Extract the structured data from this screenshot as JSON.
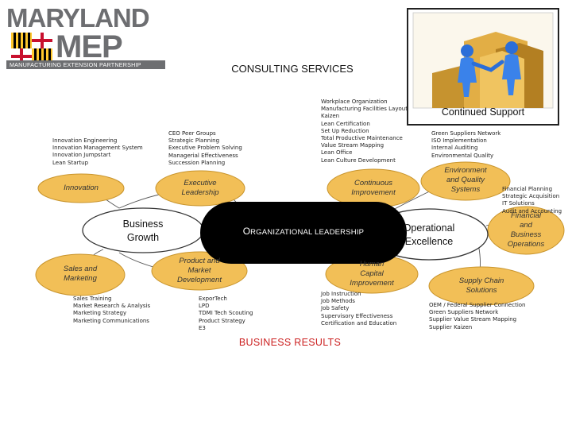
{
  "logo": {
    "name_line1": "MARYLAND",
    "name_line2": "MEP",
    "tagline": "MANUFACTURING EXTENSION PARTNERSHIP"
  },
  "title": "CONSULTING SERVICES",
  "footer": "BUSINESS RESULTS",
  "photo": {
    "caption": "Continued Support"
  },
  "center": {
    "label_cap": "O",
    "label_rest": "RGANIZATIONAL LEADERSHIP"
  },
  "hubs": {
    "business_growth": {
      "line1": "Business",
      "line2": "Growth"
    },
    "operational_excellence": {
      "line1": "Operational",
      "line2": "Excellence"
    }
  },
  "nodes": {
    "innovation": {
      "lines": [
        "Innovation"
      ]
    },
    "executive_leadership": {
      "lines": [
        "Executive",
        "Leadership"
      ]
    },
    "continuous_improvement": {
      "lines": [
        "Continuous",
        "Improvement"
      ]
    },
    "environment_quality": {
      "lines": [
        "Environment",
        "and Quality",
        "Systems"
      ]
    },
    "financial_operations": {
      "lines": [
        "Financial",
        "and",
        "Business",
        "Operations"
      ]
    },
    "sales_marketing": {
      "lines": [
        "Sales and",
        "Marketing"
      ]
    },
    "product_market": {
      "lines": [
        "Product and",
        "Market",
        "Development"
      ]
    },
    "human_capital": {
      "lines": [
        "Human",
        "Capital",
        "Improvement"
      ]
    },
    "supply_chain": {
      "lines": [
        "Supply Chain",
        "Solutions"
      ]
    }
  },
  "lists": {
    "innovation": [
      "Innovation Engineering",
      "Innovation Management System",
      "Innovation Jumpstart",
      "Lean Startup"
    ],
    "executive": [
      "CEO Peer Groups",
      "Strategic Planning",
      "Executive Problem Solving",
      "Managerial Effectiveness",
      "Succession Planning"
    ],
    "continuous": [
      "Workplace Organization",
      "Manufacturing Facilities Layout",
      "Kaizen",
      "Lean Certification",
      "Set Up Reduction",
      "Total Productive Maintenance",
      "Value Stream Mapping",
      "Lean Office",
      "Lean Culture Development"
    ],
    "environment": [
      "Green Suppliers Network",
      "ISO Implementation",
      "Internal Auditing",
      "Environmental Quality"
    ],
    "financial": [
      "Financial Planning",
      "Strategic Acquisition",
      "IT Solutions",
      "Audit and Accounting"
    ],
    "sales": [
      "Sales Training",
      "Market Research & Analysis",
      "Marketing Strategy",
      "Marketing Communications"
    ],
    "product": [
      "ExporTech",
      "LPD",
      "TDMI Tech Scouting",
      "Product Strategy",
      "E3"
    ],
    "human": [
      "Job Instruction",
      "Job Methods",
      "Job Safety",
      "Supervisory Effectiveness",
      "Certification and Education"
    ],
    "supply": [
      "OEM / Federal Supplier Connection",
      "Green Suppliers Network",
      "Supplier Value Stream Mapping",
      "Supplier Kaizen"
    ]
  },
  "colors": {
    "node_fill": "#F2BF57",
    "node_stroke": "#C8942C",
    "center_fill": "#000000",
    "footer_text": "#CC2222",
    "logo_gray": "#6d6e71",
    "flag_red": "#c8102e",
    "flag_gold": "#ffc72c"
  }
}
